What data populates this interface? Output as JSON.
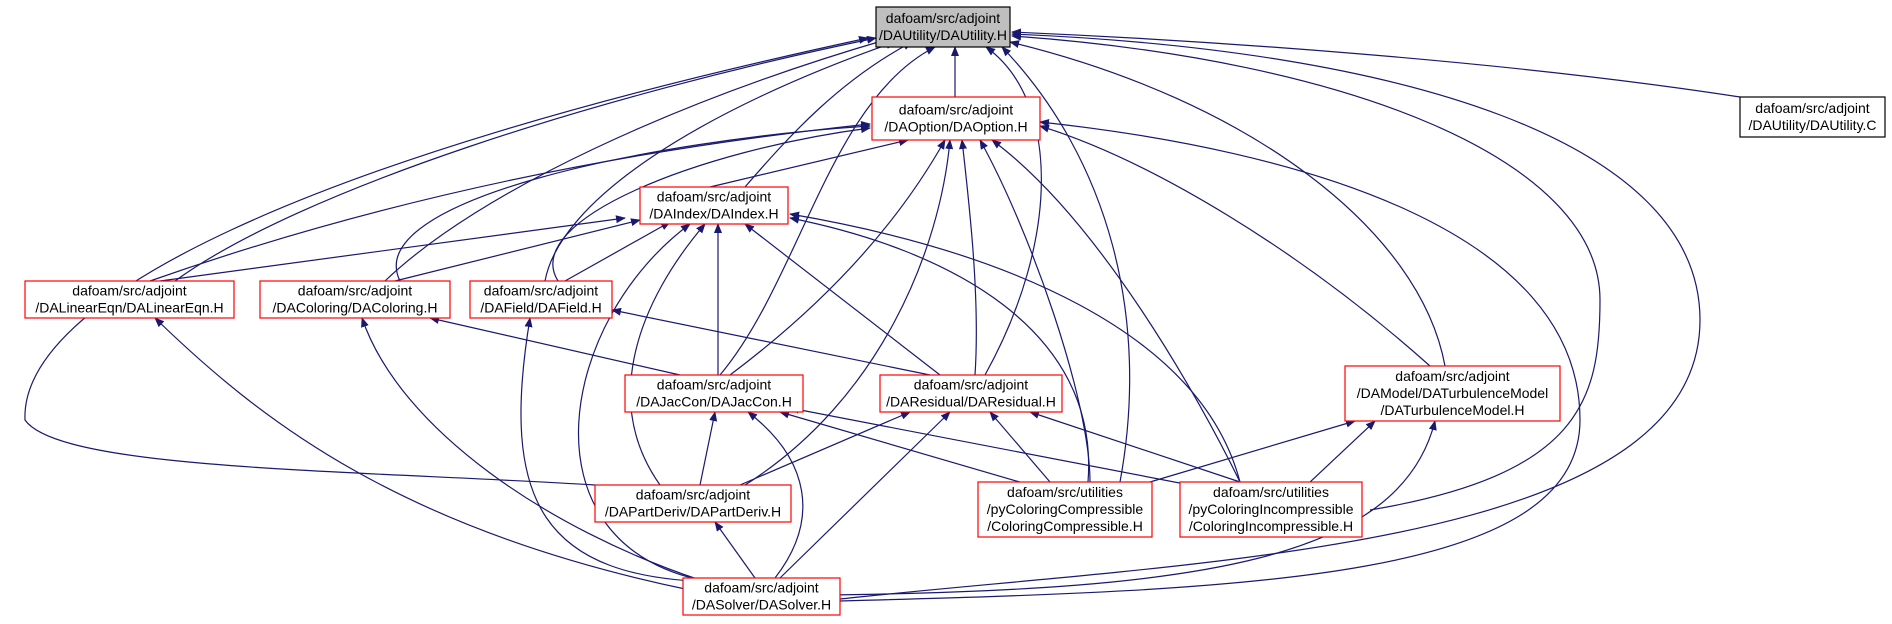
{
  "colors": {
    "edge": "#191970",
    "root_fill": "#bfbfbf",
    "root_border": "#000000",
    "node_border": "#ff0000",
    "plain_border": "#000000",
    "node_fill": "#ffffff"
  },
  "nodes": [
    {
      "id": "utility_h",
      "lines": [
        "dafoam/src/adjoint",
        "/DAUtility/DAUtility.H"
      ],
      "style": "root"
    },
    {
      "id": "option_h",
      "lines": [
        "dafoam/src/adjoint",
        "/DAOption/DAOption.H"
      ],
      "style": "red"
    },
    {
      "id": "utility_c",
      "lines": [
        "dafoam/src/adjoint",
        "/DAUtility/DAUtility.C"
      ],
      "style": "black"
    },
    {
      "id": "index_h",
      "lines": [
        "dafoam/src/adjoint",
        "/DAIndex/DAIndex.H"
      ],
      "style": "red"
    },
    {
      "id": "lineareqn_h",
      "lines": [
        "dafoam/src/adjoint",
        "/DALinearEqn/DALinearEqn.H"
      ],
      "style": "red"
    },
    {
      "id": "coloring_h",
      "lines": [
        "dafoam/src/adjoint",
        "/DAColoring/DAColoring.H"
      ],
      "style": "red"
    },
    {
      "id": "field_h",
      "lines": [
        "dafoam/src/adjoint",
        "/DAField/DAField.H"
      ],
      "style": "red"
    },
    {
      "id": "jaccon_h",
      "lines": [
        "dafoam/src/adjoint",
        "/DAJacCon/DAJacCon.H"
      ],
      "style": "red"
    },
    {
      "id": "residual_h",
      "lines": [
        "dafoam/src/adjoint",
        "/DAResidual/DAResidual.H"
      ],
      "style": "red"
    },
    {
      "id": "turbmodel_h",
      "lines": [
        "dafoam/src/adjoint",
        "/DAModel/DATurbulenceModel",
        "/DATurbulenceModel.H"
      ],
      "style": "red"
    },
    {
      "id": "partderiv_h",
      "lines": [
        "dafoam/src/adjoint",
        "/DAPartDeriv/DAPartDeriv.H"
      ],
      "style": "red"
    },
    {
      "id": "colcomp_h",
      "lines": [
        "dafoam/src/utilities",
        "/pyColoringCompressible",
        "/ColoringCompressible.H"
      ],
      "style": "red"
    },
    {
      "id": "colincomp_h",
      "lines": [
        "dafoam/src/utilities",
        "/pyColoringIncompressible",
        "/ColoringIncompressible.H"
      ],
      "style": "red"
    },
    {
      "id": "solver_h",
      "lines": [
        "dafoam/src/adjoint",
        "/DASolver/DASolver.H"
      ],
      "style": "red"
    }
  ]
}
